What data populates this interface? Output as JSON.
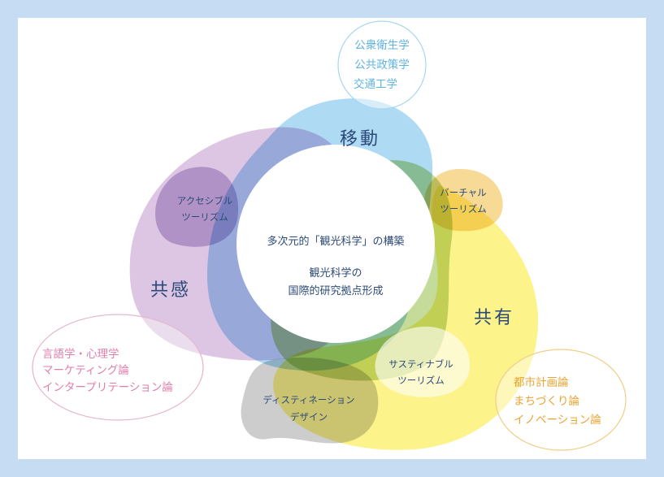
{
  "center": {
    "line1": "多次元的「観光科学」の構築",
    "line2": "観光科学の",
    "line3": "国際的研究拠点形成"
  },
  "domains": {
    "movement": "移動",
    "empathy": "共感",
    "sharing": "共有"
  },
  "topics": {
    "accessible": [
      "アクセシブル",
      "ツーリズム"
    ],
    "virtual": [
      "バーチャル",
      "ツーリズム"
    ],
    "sustainable": [
      "サスティナブル",
      "ツーリズム"
    ],
    "destination": [
      "ディスティネーション",
      "デザイン"
    ]
  },
  "disciplines": {
    "top": [
      "公衆衛生学",
      "公共政策学",
      "交通工学"
    ],
    "left": [
      "言語学・心理学",
      "マーケティング論",
      "インタープリテーション論"
    ],
    "right": [
      "都市計画論",
      "まちづくり論",
      "イノベーション論"
    ]
  },
  "colors": {
    "frame": "#c6dcf3",
    "movement": "#9fd3f2",
    "empathy": "#d9c0e0",
    "green": "#bcd58f",
    "yellow": "#fbf07c",
    "text_navy": "#2b4a78",
    "top_text": "#5fb3df",
    "left_text": "#e07fae",
    "right_text": "#e9a534"
  }
}
